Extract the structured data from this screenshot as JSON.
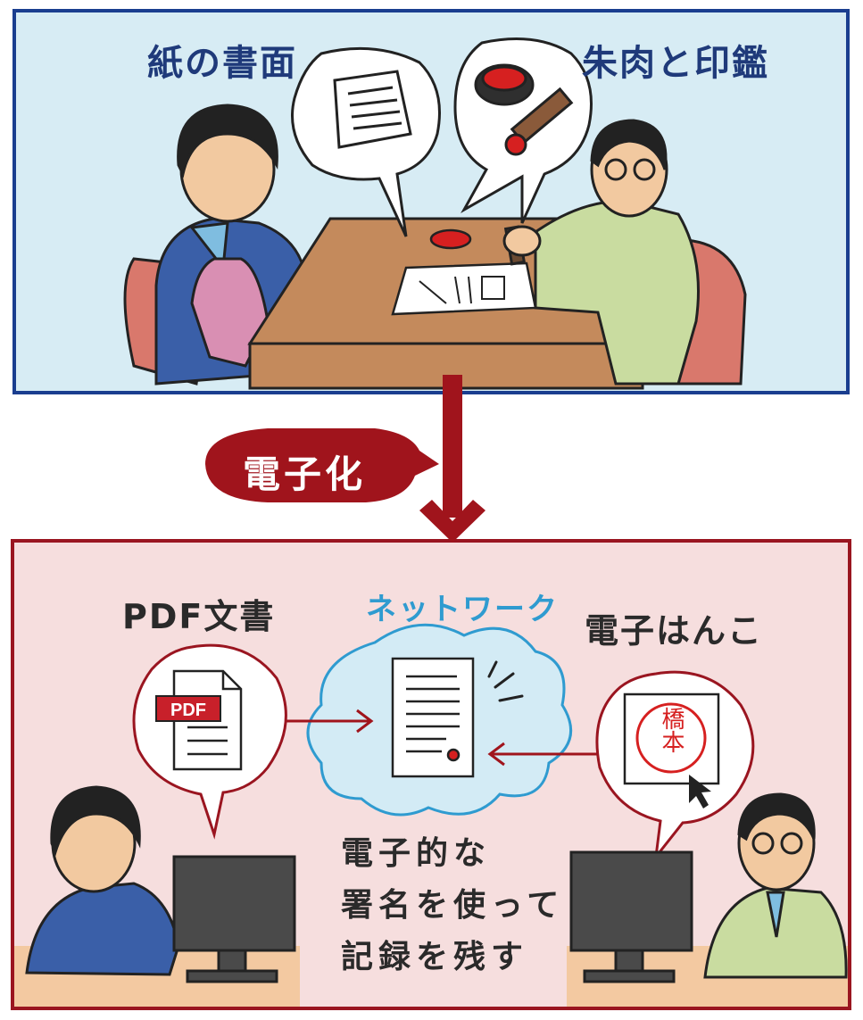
{
  "top": {
    "paper_label": "紙の書面",
    "seal_label": "朱肉と印鑑"
  },
  "conversion": {
    "label": "電子化"
  },
  "bottom": {
    "pdf_label": "PDF文書",
    "pdf_tag": "PDF",
    "network_label": "ネットワーク",
    "ehanko_label": "電子はんこ",
    "stamp_text": "橋本",
    "record_lines": [
      "電子的な",
      "署名を使って",
      "記録を残す"
    ]
  },
  "colors": {
    "top_panel_bg": "#d7ecf4",
    "top_panel_border": "#1a3e8f",
    "bottom_panel_bg": "#f6dede",
    "bottom_panel_border": "#9a1520",
    "arrow": "#a0141c"
  }
}
